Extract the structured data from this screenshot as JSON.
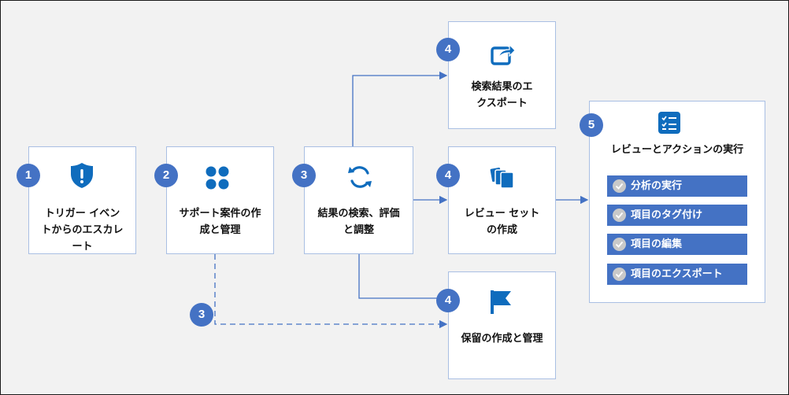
{
  "steps": {
    "trigger": {
      "badge": "1",
      "label_line1": "トリガー イベン",
      "label_line2": "トからのエスカレ",
      "label_line3": "ート",
      "icon": "shield-alert-icon"
    },
    "support": {
      "badge": "2",
      "label_line1": "サポート案件の作",
      "label_line2": "成と管理",
      "icon": "four-dots-icon"
    },
    "search": {
      "badge": "3",
      "label_line1": "結果の検索、評価",
      "label_line2": "と調整",
      "icon": "refresh-icon"
    },
    "export": {
      "badge": "4",
      "label_line1": "検索結果のエ",
      "label_line2": "クスポート",
      "icon": "share-arrow-icon"
    },
    "reviewset": {
      "badge": "4",
      "label_line1": "レビュー セット",
      "label_line2": "の作成",
      "icon": "stacked-pages-icon"
    },
    "hold": {
      "badge": "4",
      "label_line1": "保留の作成と管理",
      "icon": "flag-icon"
    },
    "review": {
      "badge": "5",
      "title": "レビューとアクションの実行",
      "icon": "checklist-icon",
      "actions": [
        "分析の実行",
        "項目のタグ付け",
        "項目の編集",
        "項目のエクスポート"
      ]
    },
    "dashed_badge": "3"
  },
  "colors": {
    "accent": "#4472c4",
    "icon": "#0f6cbd",
    "background": "#f2f2f2"
  }
}
